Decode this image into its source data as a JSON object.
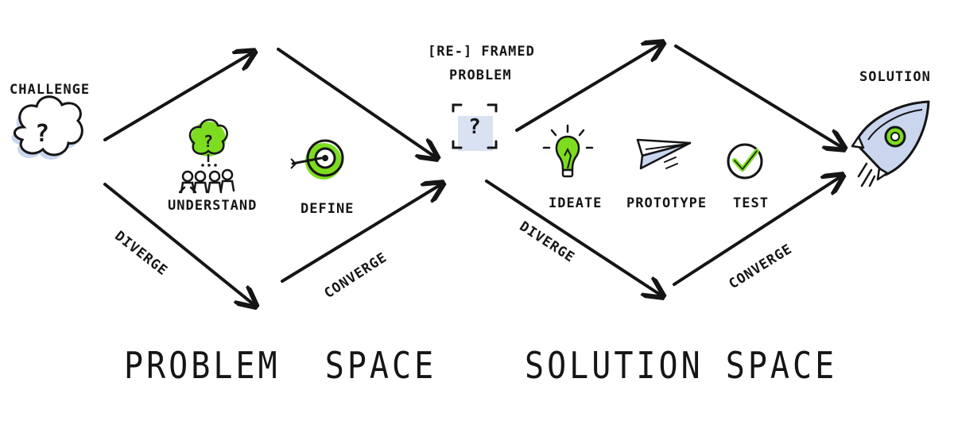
{
  "labels": {
    "challenge": "CHALLENGE",
    "reframed_line1": "[RE-] FRAMED",
    "reframed_line2": "PROBLEM",
    "solution": "SOLUTION",
    "understand": "UNDERSTAND",
    "define": "DEFINE",
    "ideate": "IDEATE",
    "prototype": "PROTOTYPE",
    "test": "TEST",
    "diverge_1": "DIVERGE",
    "converge_1": "CONVERGE",
    "diverge_2": "DIVERGE",
    "converge_2": "CONVERGE",
    "problem_space": "PROBLEM  SPACE",
    "solution_space": "SOLUTION SPACE",
    "question_mark": "?"
  },
  "colors": {
    "ink": "#151515",
    "accent_green": "#7ddc1f",
    "shadow_blue": "#c9d6ee"
  },
  "icons": {
    "challenge": "cloud-question-icon",
    "understand": "people-tree-icon",
    "define": "target-icon",
    "reframed": "bracketed-question-icon",
    "ideate": "lightbulb-icon",
    "prototype": "paper-plane-icon",
    "test": "checkmark-circle-icon",
    "solution": "rocket-icon"
  }
}
